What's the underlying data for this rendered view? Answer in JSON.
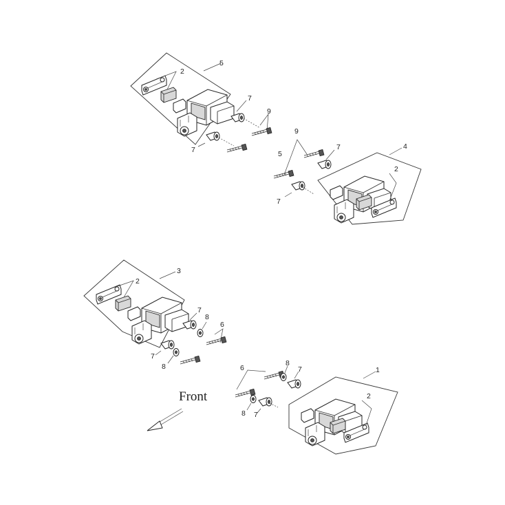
{
  "front_label": "Front",
  "groups": [
    {
      "id": "rear-right",
      "assembly": "5",
      "pad": "2",
      "callouts": {
        "sleeve_a": "7",
        "bolts": "9",
        "sleeve_b": "7"
      }
    },
    {
      "id": "rear-left",
      "assembly": "4",
      "pad": "2",
      "callouts": {
        "bolts": "9",
        "sleeve_a": "7",
        "bolt_b": "5",
        "sleeve_b": "7"
      }
    },
    {
      "id": "front-right",
      "assembly": "3",
      "pad": "2",
      "callouts": {
        "sleeve_a": "7",
        "washer_a": "8",
        "bolts": "6",
        "sleeve_b": "7",
        "washer_b": "8"
      }
    },
    {
      "id": "front-left",
      "assembly": "1",
      "pad": "2",
      "callouts": {
        "bolts": "6",
        "washer_a": "8",
        "sleeve_a": "7",
        "washer_b": "8",
        "sleeve_b": "7"
      }
    }
  ]
}
